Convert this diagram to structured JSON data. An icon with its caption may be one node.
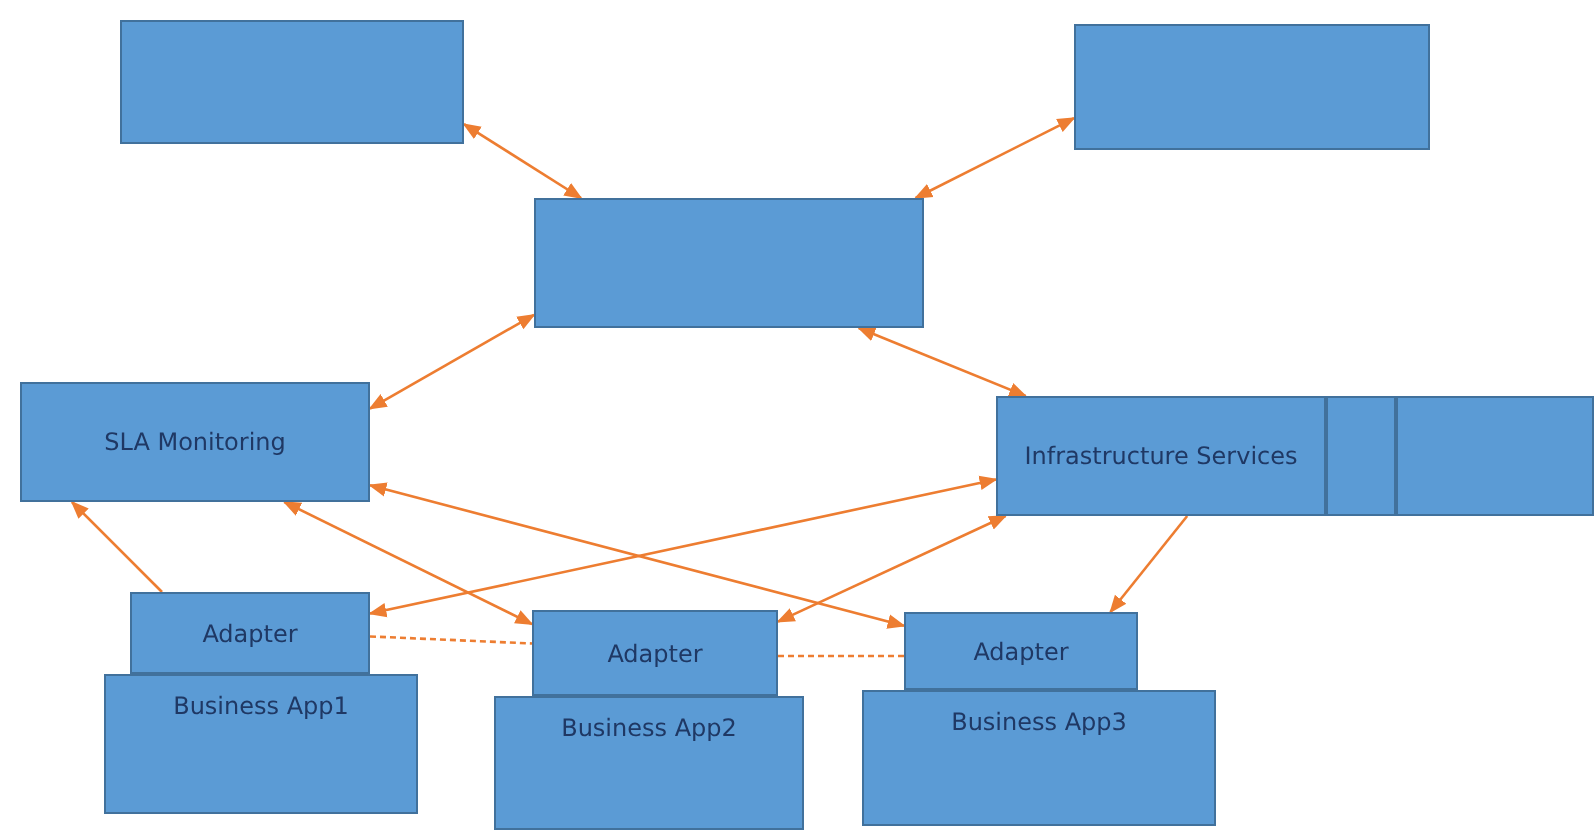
{
  "diagram": {
    "nodes": [
      {
        "text": [],
        "shape": "box"
      },
      {
        "text": [],
        "shape": "box"
      },
      {
        "text": [],
        "shape": "box"
      },
      {
        "text": [
          "SLA Monitoring"
        ]
      },
      {
        "text": [
          "Infrastructure Services"
        ]
      },
      {
        "text": [],
        "shape": "box"
      },
      {
        "text": [],
        "shape": "box"
      },
      {
        "text": [
          "Business App1"
        ]
      },
      {
        "text": [
          "Adapter"
        ]
      },
      {
        "text": [
          "Business App2"
        ]
      },
      {
        "text": [
          "Adapter"
        ]
      },
      {
        "text": [
          "Business App3"
        ]
      },
      {
        "text": [
          "Adapter"
        ]
      }
    ],
    "edges": [
      {
        "from": 0,
        "to": 2,
        "arrow": "both"
      },
      {
        "from": 1,
        "to": 2,
        "arrow": "both"
      },
      {
        "from": 2,
        "to": 3,
        "arrow": "both"
      },
      {
        "from": 2,
        "to": 4,
        "arrow": "both"
      },
      {
        "from": 8,
        "to": 3,
        "arrow": "to"
      },
      {
        "from": 3,
        "to": 10,
        "arrow": "both"
      },
      {
        "from": 3,
        "to": 12,
        "arrow": "both"
      },
      {
        "from": 4,
        "to": 8,
        "arrow": "both"
      },
      {
        "from": 4,
        "to": 10,
        "arrow": "both"
      },
      {
        "from": 4,
        "to": 12,
        "arrow": "to"
      },
      {
        "from": 8,
        "to": 10,
        "arrow": "none",
        "style": "dashed"
      },
      {
        "from": 10,
        "to": 12,
        "arrow": "none",
        "style": "dashed"
      }
    ]
  }
}
